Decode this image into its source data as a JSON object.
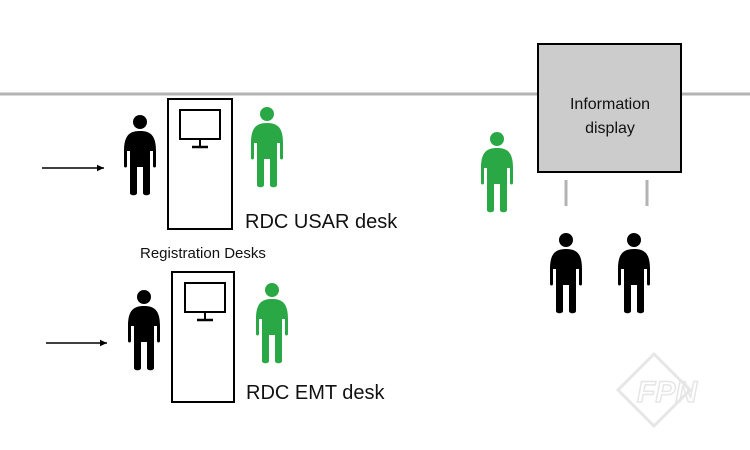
{
  "labels": {
    "usar_desk": "RDC USAR desk",
    "emt_desk": "RDC EMT desk",
    "registration_desks": "Registration Desks",
    "info_display_line1": "Information",
    "info_display_line2": "display",
    "watermark": "FPN"
  },
  "colors": {
    "staff": "#2aa845",
    "visitor": "#000000",
    "wall": "#b3b3b3",
    "display_fill": "#cccccc",
    "outline": "#000000",
    "watermark": "#e6e6e6"
  },
  "icons": {
    "person": "person-icon",
    "computer": "monitor-icon",
    "arrow": "arrow-right-icon"
  }
}
